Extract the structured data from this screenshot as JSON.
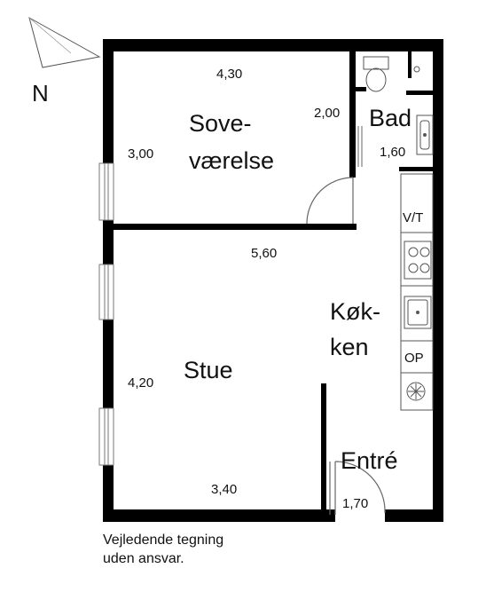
{
  "compass": {
    "north_label": "N"
  },
  "rooms": {
    "bedroom_line1": "Sove-",
    "bedroom_line2": "værelse",
    "bath": "Bad",
    "kitchen_line1": "Køk-",
    "kitchen_line2": "ken",
    "living": "Stue",
    "entry": "Entré"
  },
  "dimensions": {
    "bedroom_width": "4,30",
    "bedroom_height": "3,00",
    "bath_width": "2,00",
    "bath_depth": "1,60",
    "kitchen_living_width": "5,60",
    "living_height": "4,20",
    "living_width": "3,40",
    "entry_width": "1,70"
  },
  "fixtures": {
    "vt": "V/T",
    "op": "OP"
  },
  "disclaimer": {
    "line1": "Vejledende tegning",
    "line2": "uden ansvar."
  }
}
